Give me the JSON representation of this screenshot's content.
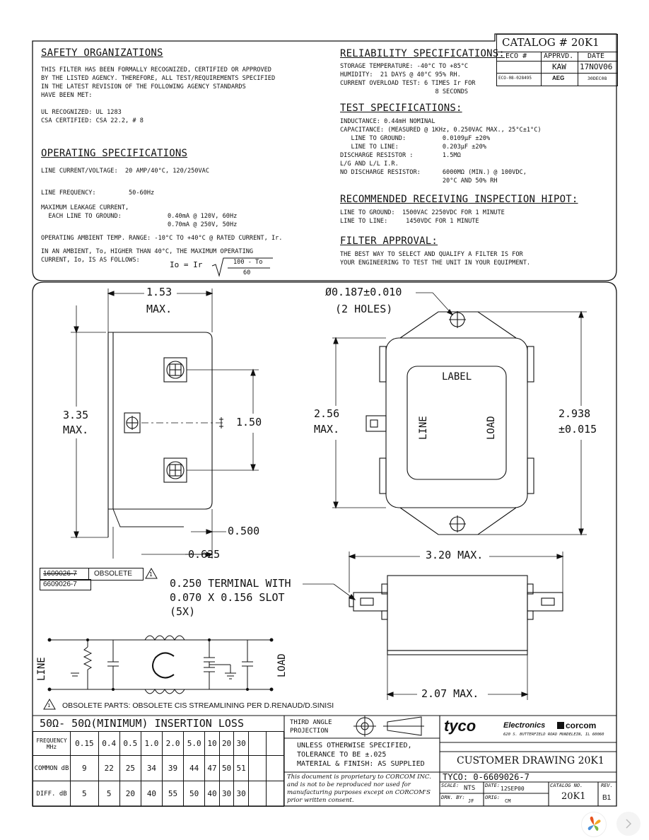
{
  "catalog": {
    "title": "CATALOG # 20K1",
    "head": [
      "ECO #",
      "APPRVD.",
      "DATE"
    ],
    "row1": [
      "",
      "KAW",
      "17NOV06"
    ],
    "row2": [
      "ECO-08-028495",
      "AEG",
      "30DEC08"
    ]
  },
  "safety": {
    "title": "SAFETY ORGANIZATIONS",
    "lines": [
      "THIS FILTER HAS BEEN FORMALLY RECOGNIZED, CERTIFIED OR APPROVED",
      "BY THE LISTED AGENCY. THEREFORE, ALL TEST/REQUIREMENTS SPECIFIED",
      "IN THE LATEST REVISION OF THE FOLLOWING AGENCY STANDARDS",
      "HAVE BEEN MET:"
    ],
    "ul": "UL RECOGNIZED: UL 1283",
    "csa": "CSA CERTIFIED: CSA 22.2, # 8"
  },
  "operating": {
    "title": "OPERATING SPECIFICATIONS",
    "line_current": "LINE CURRENT/VOLTAGE:  20 AMP/40°C, 120/250VAC",
    "line_freq_label": "LINE FREQUENCY:",
    "line_freq_value": "50-60Hz",
    "leak1": "MAXIMUM LEAKAGE CURRENT,",
    "leak2": "  EACH LINE TO GROUND:",
    "leak_v1": "0.40mA @ 120V, 60Hz",
    "leak_v2": "0.70mA @ 250V, 50Hz",
    "ambient": "OPERATING AMBIENT TEMP. RANGE: -10°C TO +40°C @ RATED CURRENT, Ir.",
    "ambient2": "IN AN AMBIENT, To, HIGHER THAN 40°C, THE MAXIMUM OPERATING",
    "ambient3": "CURRENT, Io, IS AS FOLLOWS:",
    "formula_left": "Io = Ir",
    "formula_num": "100 - To",
    "formula_den": "60"
  },
  "reliability": {
    "title": "RELIABILITY SPECIFICATIONS:",
    "lines": [
      "STORAGE TEMPERATURE: -40°C TO +85°C",
      "HUMIDITY:  21 DAYS @ 40°C 95% RH.",
      "CURRENT OVERLOAD TEST: 6 TIMES Ir FOR",
      "                          8 SECONDS"
    ]
  },
  "test": {
    "title": "TEST SPECIFICATIONS:",
    "lines": [
      "INDUCTANCE: 0.44mH NOMINAL",
      "CAPACITANCE: (MEASURED @ 1KHz, 0.250VAC MAX., 25°C±1°C)",
      "   LINE TO GROUND:          0.0109µF ±20%",
      "   LINE TO LINE:            0.203µF ±20%",
      "DISCHARGE RESISTOR :        1.5MΩ",
      "L/G AND L/L I.R.",
      "NO DISCHARGE RESISTOR:      6000MΩ (MIN.) @ 100VDC,",
      "                            20°C AND 50% RH"
    ]
  },
  "hipot": {
    "title": "RECOMMENDED RECEIVING INSPECTION HIPOT:",
    "lines": [
      "LINE TO GROUND:  1500VAC 2250VDC FOR 1 MINUTE",
      "LINE TO LINE:     1450VDC FOR 1 MINUTE"
    ]
  },
  "approval": {
    "title": "FILTER APPROVAL:",
    "lines": [
      "THE BEST WAY TO SELECT AND QUALIFY A FILTER IS FOR",
      "YOUR ENGINEERING TO TEST THE UNIT IN YOUR EQUIPMENT."
    ]
  },
  "dims": {
    "w153": "1.53",
    "max": "MAX.",
    "h335": "3.35",
    "c150": "1.50",
    "d0500": "0.500",
    "d0625": "0.625",
    "hole1": "Ø0.187±0.010",
    "hole2": "(2 HOLES)",
    "label": "LABEL",
    "line": "LINE",
    "load": "LOAD",
    "h256": "2.56",
    "h2938": "2.938",
    "tol015": "±0.015",
    "w320": "3.20 MAX.",
    "w207": "2.07 MAX.",
    "term1": "0.250 TERMINAL WITH",
    "term2": "0.070 X 0.156 SLOT",
    "term3": "(5X)"
  },
  "obsolete": {
    "struck": "1609026-7",
    "tag": "OBSOLETE",
    "num": "1",
    "current": "6609026-7",
    "note": "OBSOLETE PARTS: OBSOLETE CIS STREAMLINING PER D.RENAUD/D.SINISI"
  },
  "schematic": {
    "line": "LINE",
    "load": "LOAD"
  },
  "loss": {
    "title": "50Ω- 50Ω(MINIMUM) INSERTION LOSS",
    "freq_label": "FREQUENCY MHz",
    "freq": [
      "0.15",
      "0.4",
      "0.5",
      "1.0",
      "2.0",
      "5.0",
      "10",
      "20",
      "30"
    ],
    "common_label": "COMMON dB",
    "common": [
      "9",
      "22",
      "25",
      "34",
      "39",
      "44",
      "47",
      "50",
      "51"
    ],
    "diff_label": "DIFF. dB",
    "diff": [
      "5",
      "5",
      "20",
      "40",
      "55",
      "50",
      "40",
      "30",
      "30"
    ]
  },
  "titleblock": {
    "projection": "THIRD ANGLE PROJECTION",
    "brand": "tyco",
    "brand2": "Electronics",
    "brand3": "corcom",
    "address": "620 S. BUTTERFIELD ROAD MUNDELEIN, IL 60060",
    "note1": "UNLESS OTHERWISE SPECIFIED,",
    "note2": "TOLERANCE TO BE ±.025",
    "note3": "MATERIAL & FINISH: AS SUPPLIED",
    "doc_title": "CUSTOMER DRAWING 20K1",
    "prop1": "This document is proprietary to CORCOM INC.",
    "prop2": "and is not to be reproduced nor used for",
    "prop3": "manufacturing purposes except on CORCOM'S",
    "prop4": "prior written consent.",
    "tyco_no": "TYCO: 0-6609026-7",
    "scale_l": "SCALE:",
    "scale_v": "NTS",
    "date_l": "DATE:",
    "date_v": "12SEP00",
    "cat_l": "CATALOG NO.",
    "cat_v": "20K1",
    "rev_l": "REV.",
    "rev_v": "B1",
    "drn_l": "DRN. BY:",
    "drn_v": "JF",
    "orig_l": "ORIG:",
    "orig_v": "CM"
  }
}
